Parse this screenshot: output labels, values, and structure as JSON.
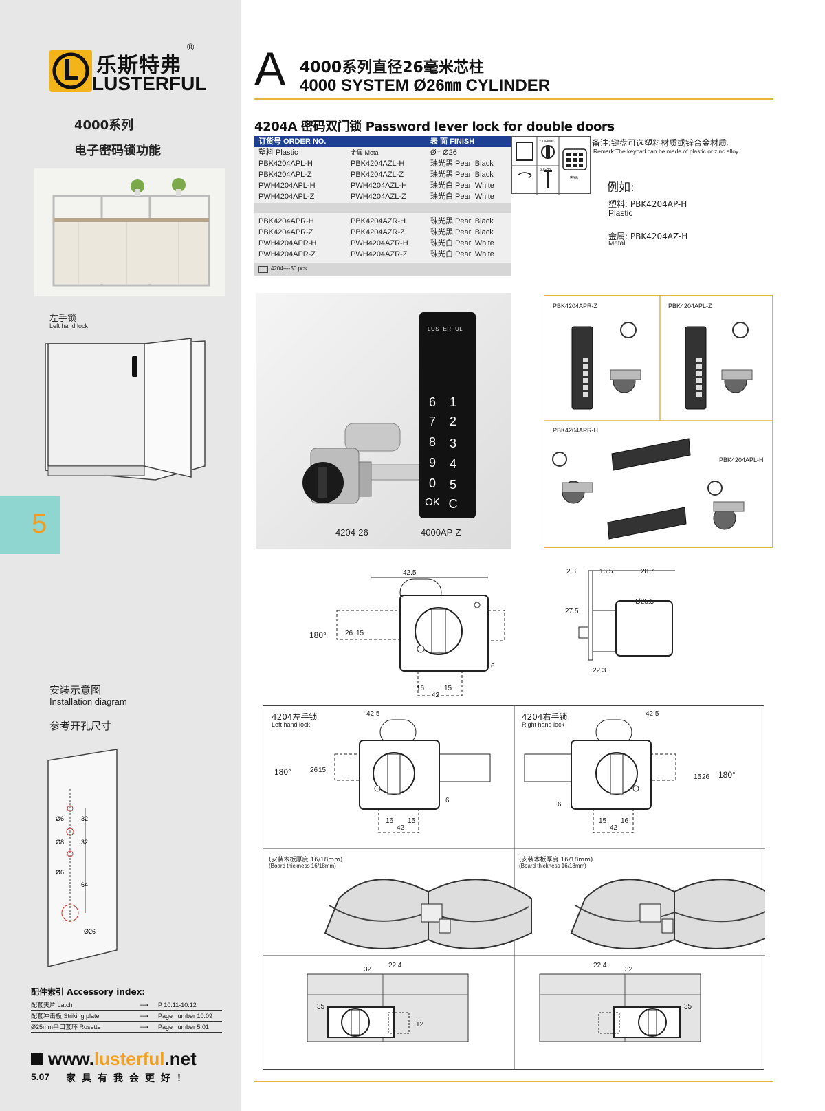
{
  "brand": {
    "name_cn": "乐斯特弗",
    "name_en": "LUSTERFUL",
    "reg": "®"
  },
  "sidebar": {
    "series_title": "4000系列",
    "series_sub": "电子密码锁功能",
    "left_hand_cn": "左手锁",
    "left_hand_en": "Left hand lock",
    "page_tab": "5",
    "install_cn": "安装示意图",
    "install_en": "Installation diagram",
    "hole_title": "参考开孔尺寸",
    "hole_dims": [
      "Ø6",
      "32",
      "Ø8",
      "32",
      "Ø6",
      "64",
      "Ø26"
    ],
    "accessory_title": "配件索引 Accessory index:",
    "accessories": [
      {
        "name": "配套夹片 Latch",
        "ref": "P 10.11-10.12"
      },
      {
        "name": "配套冲击板 Striking plate",
        "ref": "Page number 10.09"
      },
      {
        "name": "Ø25mm平口套环 Rosette",
        "ref": "Page number 5.01"
      }
    ],
    "website_prefix": "www.",
    "website_main": "lusterful",
    "website_suffix": ".net",
    "page_number": "5.07",
    "slogan": "家具有我会更好！"
  },
  "header": {
    "letter": "A",
    "title_cn": "4000系列直径26毫米芯柱",
    "title_en": "4000 SYSTEM Ø26㎜ CYLINDER"
  },
  "product": {
    "title": "4204A 密码双门锁 Password lever lock for double doors",
    "order_head": "订货号 ORDER NO.",
    "finish_head": "表 面 FINISH",
    "material_row": [
      "塑料 Plastic",
      "金属 Metal",
      "Ø=  Ø26"
    ],
    "rows_left": [
      [
        "PBK4204APL-H",
        "PBK4204AZL-H",
        "珠光黑 Pearl Black"
      ],
      [
        "PBK4204APL-Z",
        "PBK4204AZL-Z",
        "珠光黑 Pearl Black"
      ],
      [
        "PWH4204APL-H",
        "PWH4204AZL-H",
        "珠光白 Pearl  White"
      ],
      [
        "PWH4204APL-Z",
        "PWH4204AZL-Z",
        "珠光白 Pearl  White"
      ]
    ],
    "rows_right": [
      [
        "PBK4204APR-H",
        "PBK4204AZR-H",
        "珠光黑 Pearl Black"
      ],
      [
        "PBK4204APR-Z",
        "PBK4204AZR-Z",
        "珠光黑 Pearl Black"
      ],
      [
        "PWH4204APR-H",
        "PWH4204AZR-H",
        "珠光白 Pearl  White"
      ],
      [
        "PWH4204APR-Z",
        "PWH4204AZR-Z",
        "珠光白 Pearl  White"
      ]
    ],
    "pack": "4204----50 pcs",
    "icon_labels": [
      "YXN4000",
      "3.5x20",
      "密码"
    ],
    "remark_cn": "备注:键盘可选塑料材质或锌合金材质。",
    "remark_en": "Remark:The keypad can be made of plastic or zinc alloy.",
    "example_title": "例如:",
    "example_plastic_cn": "塑料:  PBK4204AP-H",
    "example_plastic_en": "Plastic",
    "example_metal_cn": "金属:  PBK4204AZ-H",
    "example_metal_en": "Metal"
  },
  "photo": {
    "label_lock": "4204-26",
    "label_keypad": "4000AP-Z",
    "keypad_brand": "LUSTERFUL",
    "keys": [
      "6",
      "1",
      "7",
      "2",
      "8",
      "3",
      "9",
      "4",
      "0",
      "5",
      "OK",
      "C"
    ]
  },
  "variants": {
    "labels": [
      "PBK4204APR-Z",
      "PBK4204APL-Z",
      "PBK4204APR-H",
      "PBK4204APL-H"
    ]
  },
  "dims_top_front": {
    "width": "42.5",
    "angle": "180°",
    "h1": "26",
    "h2": "15",
    "d6": "6",
    "d16": "16",
    "d15": "15",
    "d42": "42"
  },
  "dims_top_side": {
    "a": "2.3",
    "b": "16.5",
    "c": "28.7",
    "h": "27.5",
    "dia": "Ø25.5",
    "w": "22.3"
  },
  "install": {
    "left_cn": "4204左手锁",
    "left_en": "Left hand lock",
    "right_cn": "4204右手锁",
    "right_en": "Right hand lock",
    "board_cn": "(安装木板厚度 16/18mm)",
    "board_en": "(Board thickness 16/18mm)",
    "bottom_dims_left": [
      "32",
      "22.4",
      "35"
    ],
    "bottom_dims_right": [
      "22.4",
      "32",
      "35",
      "12"
    ],
    "left_dims": [
      "42.5",
      "180°",
      "26",
      "15",
      "6",
      "16",
      "15",
      "42"
    ],
    "right_dims": [
      "42.5",
      "180°",
      "15",
      "26",
      "6",
      "15",
      "16",
      "42"
    ]
  }
}
